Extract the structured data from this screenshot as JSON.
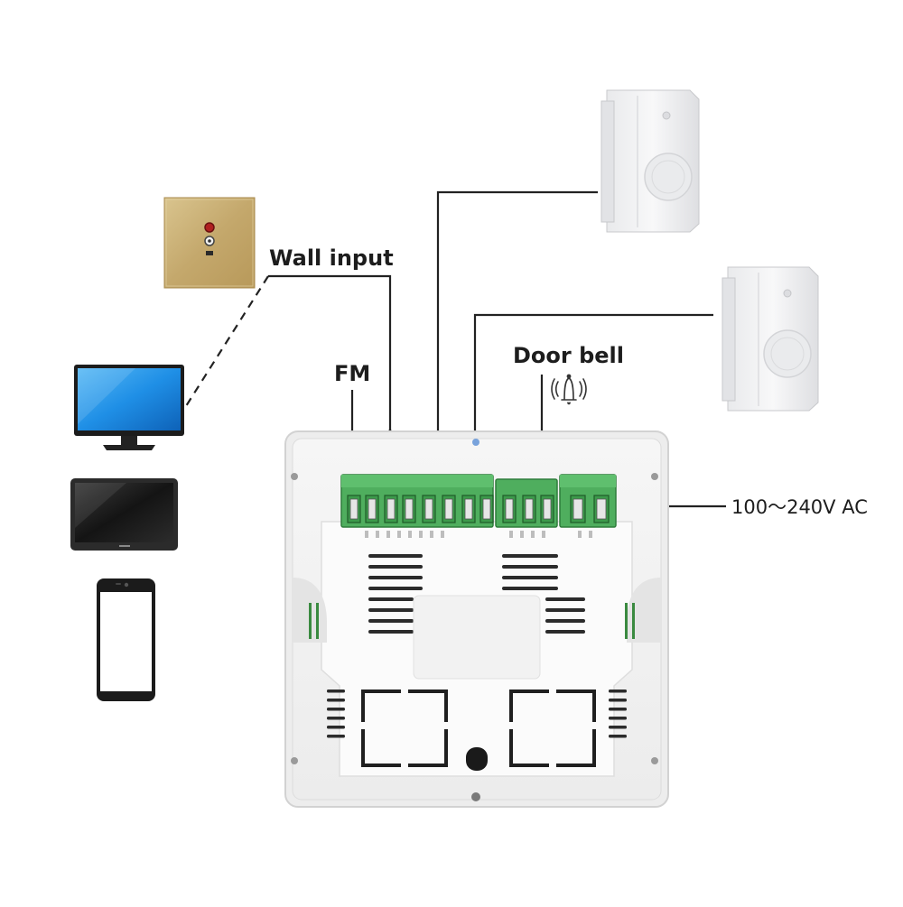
{
  "labels": {
    "wall_input": "Wall input",
    "fm": "FM",
    "door_bell": "Door bell",
    "power": "100～240V AC"
  },
  "icons": {
    "wall_plate": "audio-wall-plate-icon",
    "monitor": "monitor-icon",
    "tablet": "tablet-icon",
    "phone": "smartphone-icon",
    "speaker": "wall-speaker-icon",
    "bell": "bell-icon",
    "amplifier": "wall-amplifier-panel-icon"
  },
  "colors": {
    "terminal_green": "#4fae5e",
    "wire": "#222222",
    "plate_gold": "#cbb27a",
    "screen_blue": "#1f8fe6"
  }
}
